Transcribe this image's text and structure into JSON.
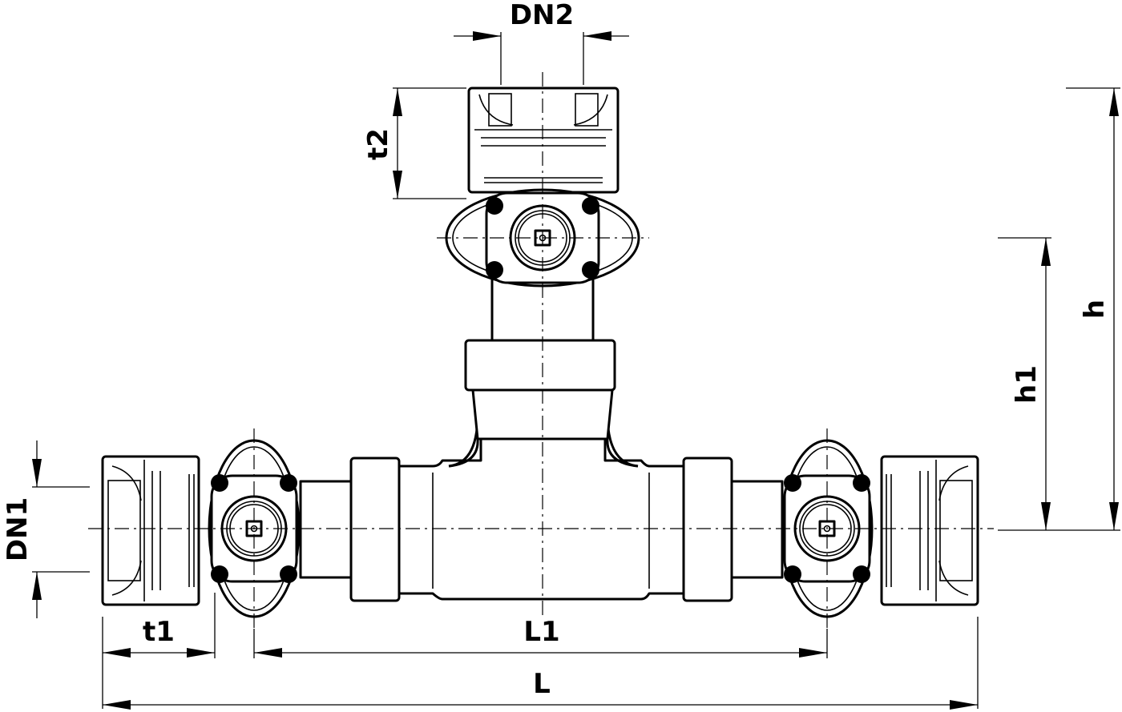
{
  "labels": {
    "dn2": "DN2",
    "dn1": "DN1",
    "t1": "t1",
    "t2": "t2",
    "l1": "L1",
    "l": "L",
    "h": "h",
    "h1": "h1"
  },
  "colors": {
    "line": "#000000",
    "background": "#ffffff"
  }
}
